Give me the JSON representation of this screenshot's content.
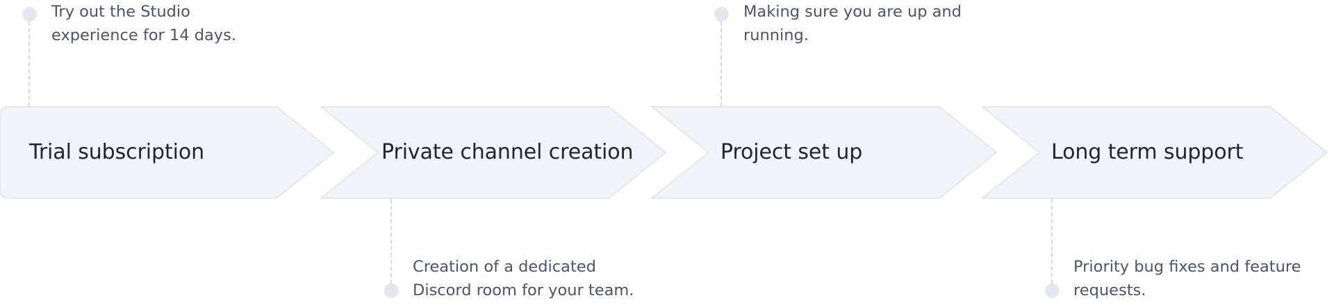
{
  "steps": [
    {
      "title": "Trial subscription",
      "description": "Try out the Studio experience for 14 days.",
      "description_position": "top"
    },
    {
      "title": "Private channel creation",
      "description": "Creation of a dedicated Discord room for your team.",
      "description_position": "bottom"
    },
    {
      "title": "Project set up",
      "description": "Making sure you are up and running.",
      "description_position": "top"
    },
    {
      "title": "Long term support",
      "description": "Priority bug fixes and feature requests.",
      "description_position": "bottom"
    }
  ],
  "colors": {
    "step_fill": "#f0f3f8",
    "step_stroke": "#e3e7ee",
    "title_text": "#1e2433",
    "description_text": "#4b5565",
    "connector": "#d5dae2",
    "dot": "#e3e7ee"
  }
}
